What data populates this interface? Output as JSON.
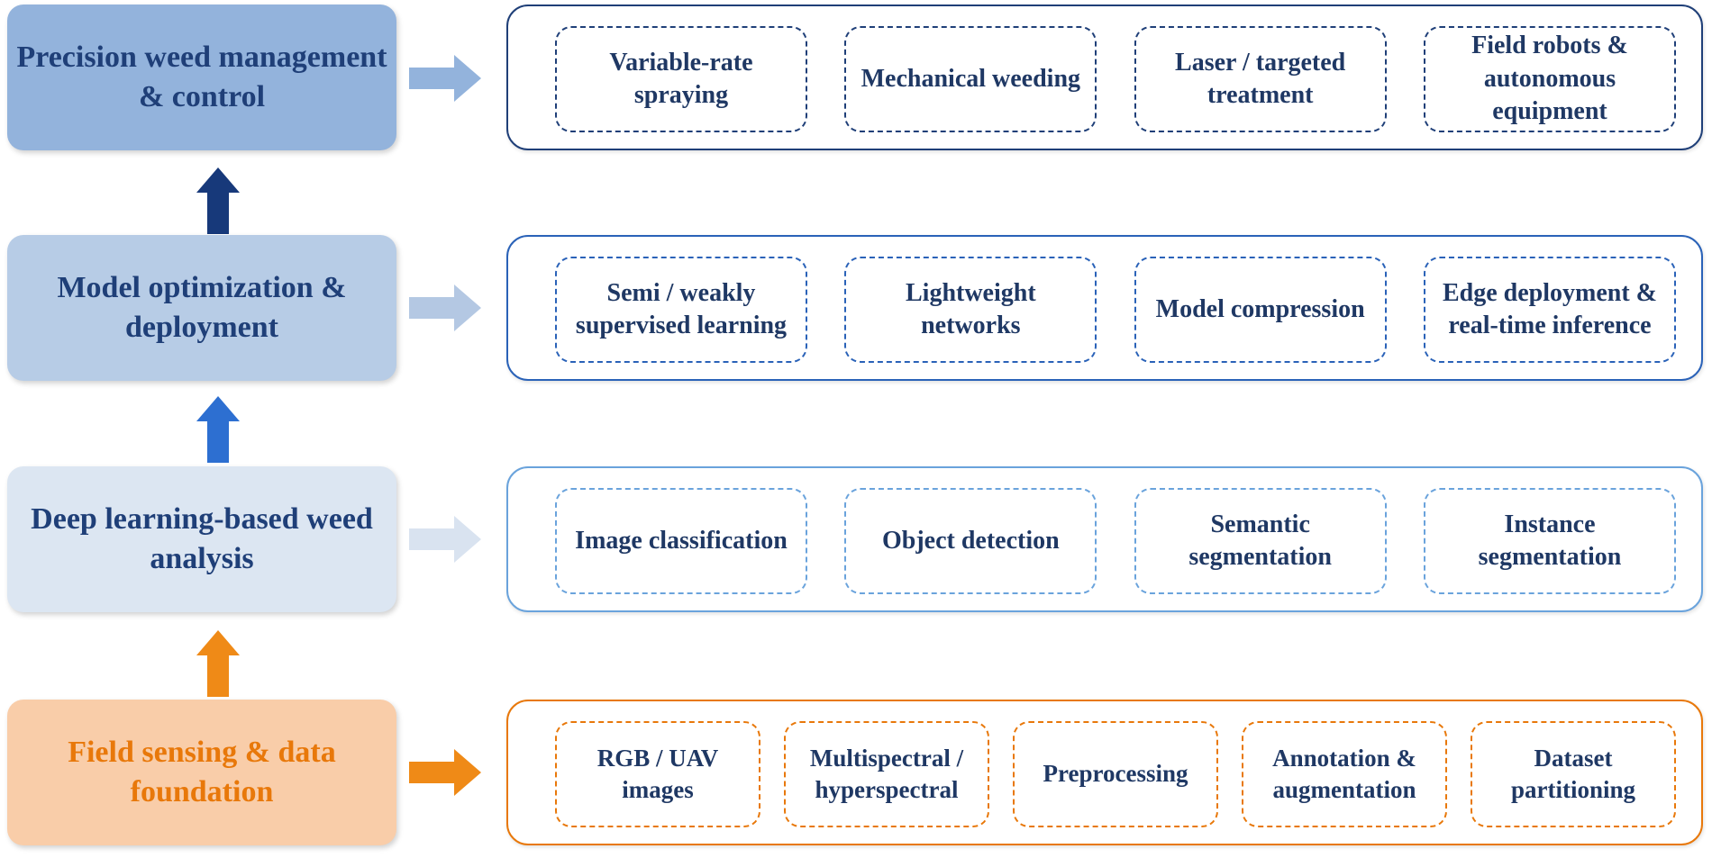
{
  "layers": [
    {
      "title": "Precision weed management & control",
      "colors": {
        "box": "#93b3dc",
        "text": "#1f3f78",
        "arrow": "#93b3dc",
        "panel_border": "#1f3f78",
        "item_border": "#1f3f78"
      },
      "items": [
        "Variable-rate spraying",
        "Mechanical weeding",
        "Laser / targeted treatment",
        "Field robots & autonomous equipment"
      ]
    },
    {
      "title": "Model optimization & deployment",
      "colors": {
        "box": "#b7cce6",
        "text": "#1f3f78",
        "arrow": "#b4c8e3",
        "panel_border": "#2a62b8",
        "item_border": "#2a62b8"
      },
      "items": [
        "Semi / weakly supervised learning",
        "Lightweight networks",
        "Model compression",
        "Edge deployment & real-time inference"
      ]
    },
    {
      "title": "Deep learning-based weed analysis",
      "colors": {
        "box": "#dce6f2",
        "text": "#1f3f78",
        "arrow": "#d9e3f0",
        "panel_border": "#6aa3dc",
        "item_border": "#6aa3dc"
      },
      "items": [
        "Image classification",
        "Object detection",
        "Semantic segmentation",
        "Instance segmentation"
      ]
    },
    {
      "title": "Field sensing & data foundation",
      "colors": {
        "box": "#f9cda9",
        "text": "#e8780a",
        "arrow": "#ef8a17",
        "panel_border": "#e8780a",
        "item_border": "#e8780a"
      },
      "items": [
        "RGB / UAV images",
        "Multispectral / hyperspectral",
        "Preprocessing",
        "Annotation & augmentation",
        "Dataset partitioning"
      ]
    }
  ],
  "up_arrow_colors": [
    "#17397a",
    "#2d6fd1",
    "#ef8a17"
  ]
}
